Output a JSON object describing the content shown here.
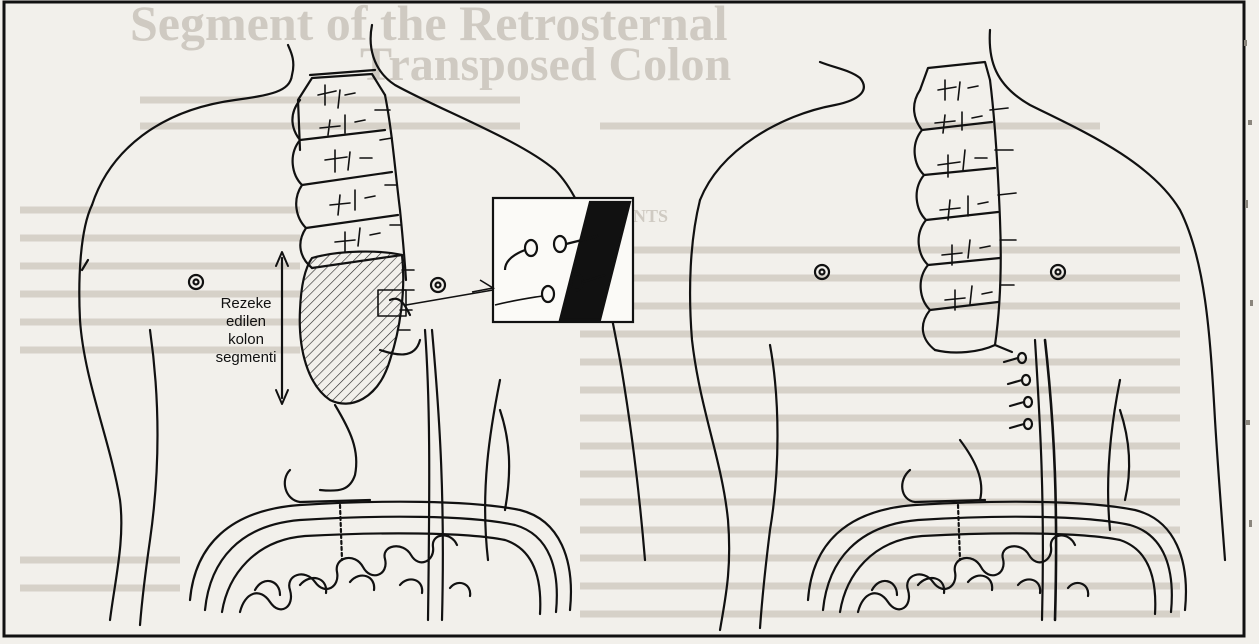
{
  "figure": {
    "label_lines": [
      "Rezeke",
      "edilen",
      "kolon",
      "segmenti"
    ]
  },
  "background_print": {
    "title_line_1": "Segment of the Retrosternal",
    "title_line_2": "Transposed Colon",
    "section_heading": "COMMENTS"
  },
  "colors": {
    "ink": "#111111",
    "paper": "#f2f0eb",
    "faded_print": "#cfcac2"
  }
}
